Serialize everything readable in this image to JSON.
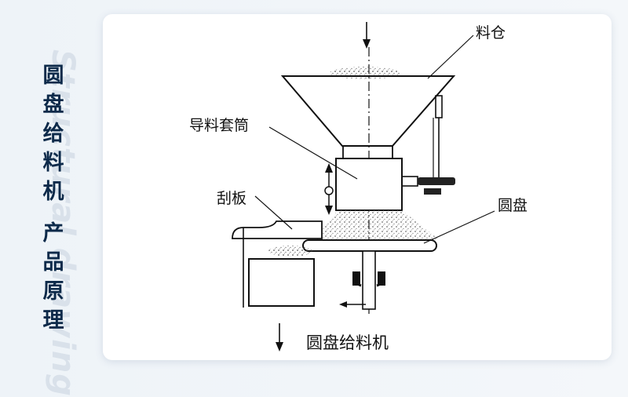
{
  "side_title": {
    "line1": [
      "圆",
      "盘",
      "给",
      "料",
      "机"
    ],
    "line2": [
      "产",
      "品",
      "原",
      "理"
    ]
  },
  "watermark": "Structural drawing",
  "diagram": {
    "labels": {
      "hopper": "料仓",
      "sleeve": "导料套筒",
      "scraper": "刮板",
      "disc": "圆盘"
    },
    "caption": "圆盘给料机"
  }
}
